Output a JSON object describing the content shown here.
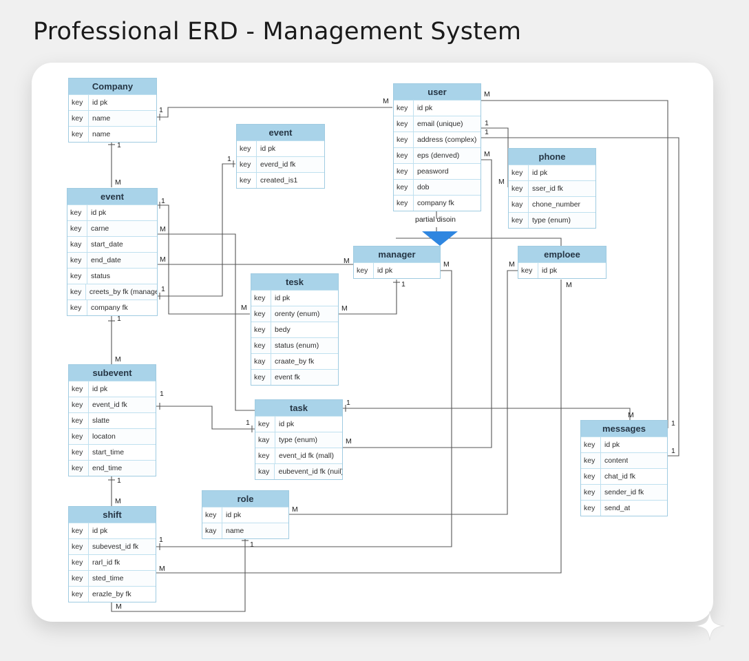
{
  "title": "Professional ERD - Management System",
  "colors": {
    "header": "#a9d3e9",
    "border": "#9fcbe1",
    "wire": "#555555",
    "triangle": "#2f86e0"
  },
  "entities": [
    {
      "id": "company",
      "name": "Company",
      "rows": [
        [
          "key",
          "id pk"
        ],
        [
          "key",
          "name"
        ],
        [
          "key",
          "name"
        ]
      ]
    },
    {
      "id": "event_top",
      "name": "event",
      "rows": [
        [
          "key",
          "id pk"
        ],
        [
          "key",
          "everd_id fk"
        ],
        [
          "key",
          "created_is1"
        ]
      ]
    },
    {
      "id": "user",
      "name": "user",
      "rows": [
        [
          "key",
          "id pk"
        ],
        [
          "key",
          "email (unique)"
        ],
        [
          "key",
          "address (complex)"
        ],
        [
          "key",
          "eps (denved)"
        ],
        [
          "key",
          "peasword"
        ],
        [
          "key",
          "dob"
        ],
        [
          "key",
          "company fk"
        ]
      ]
    },
    {
      "id": "phone",
      "name": "phone",
      "rows": [
        [
          "key",
          "id pk"
        ],
        [
          "key",
          "sser_id fk"
        ],
        [
          "kay",
          "chone_number"
        ],
        [
          "key",
          "type (enum)"
        ]
      ]
    },
    {
      "id": "event",
      "name": "event",
      "rows": [
        [
          "key",
          "id pk"
        ],
        [
          "key",
          "carne"
        ],
        [
          "kay",
          "start_date"
        ],
        [
          "key",
          "end_date"
        ],
        [
          "key",
          "status"
        ],
        [
          "key",
          "creets_by fk (manager)"
        ],
        [
          "key",
          "company fk"
        ]
      ]
    },
    {
      "id": "manager",
      "name": "manager",
      "rows": [
        [
          "key",
          "id pk"
        ]
      ]
    },
    {
      "id": "employee",
      "name": "emploee",
      "rows": [
        [
          "key",
          "id pk"
        ]
      ]
    },
    {
      "id": "task1",
      "name": "tesk",
      "rows": [
        [
          "key",
          "id pk"
        ],
        [
          "key",
          "orenty (enum)"
        ],
        [
          "key",
          "bedy"
        ],
        [
          "key",
          "status (enum)"
        ],
        [
          "kay",
          "craate_by fk"
        ],
        [
          "key",
          "event fk"
        ]
      ]
    },
    {
      "id": "subevent",
      "name": "subevent",
      "rows": [
        [
          "key",
          "id pk"
        ],
        [
          "key",
          "event_id fk"
        ],
        [
          "key",
          "slatte"
        ],
        [
          "key",
          "locaton"
        ],
        [
          "key",
          "start_time"
        ],
        [
          "key",
          "end_time"
        ]
      ]
    },
    {
      "id": "task2",
      "name": "task",
      "rows": [
        [
          "key",
          "id pk"
        ],
        [
          "kay",
          "type (enum)"
        ],
        [
          "key",
          "event_id fk (mall)"
        ],
        [
          "kay",
          "eubevent_id fk (nuil)"
        ]
      ]
    },
    {
      "id": "messages",
      "name": "messages",
      "rows": [
        [
          "key",
          "id pk"
        ],
        [
          "key",
          "content"
        ],
        [
          "key",
          "chat_id fk"
        ],
        [
          "key",
          "sender_id fk"
        ],
        [
          "key",
          "send_at"
        ]
      ]
    },
    {
      "id": "role",
      "name": "role",
      "rows": [
        [
          "key",
          "id pk"
        ],
        [
          "kay",
          "name"
        ]
      ]
    },
    {
      "id": "shift",
      "name": "shift",
      "rows": [
        [
          "key",
          "id pk"
        ],
        [
          "key",
          "subevest_id fk"
        ],
        [
          "key",
          "rarl_id fk"
        ],
        [
          "key",
          "sted_time"
        ],
        [
          "key",
          "erazle_by fk"
        ]
      ]
    }
  ],
  "inheritance_label": "partial   disoin",
  "cardinality": {
    "c_company_user": "1",
    "c_user_company": "M",
    "c_company_event_1": "1",
    "c_company_event_m": "M",
    "c_eventtop_1": "1",
    "c_user_top_m": "M",
    "c_user_1a": "1",
    "c_user_1b": "1",
    "c_user_m": "M",
    "c_phone_m": "M",
    "c_event_1": "1",
    "c_event_m1": "M",
    "c_event_m2": "M",
    "c_event_1b": "1",
    "c_manager_m_left": "M",
    "c_manager_m_right": "M",
    "c_manager_1": "1",
    "c_emp_m_left": "M",
    "c_emp_m_bottom": "M",
    "c_tesk_m_left": "M",
    "c_tesk_m_right": "M",
    "c_event_sub_1": "1",
    "c_event_sub_m": "M",
    "c_sub_1": "1",
    "c_task_1": "1",
    "c_task_1b": "1",
    "c_msg_m": "M",
    "c_task_m": "M",
    "c_msg_1a": "1",
    "c_msg_1b": "1",
    "c_sub_shift_1": "1",
    "c_sub_shift_m": "M",
    "c_role_m": "M",
    "c_shift_1": "1",
    "c_role_1": "1",
    "c_shift_m": "M",
    "c_shift_m_bottom": "M"
  }
}
